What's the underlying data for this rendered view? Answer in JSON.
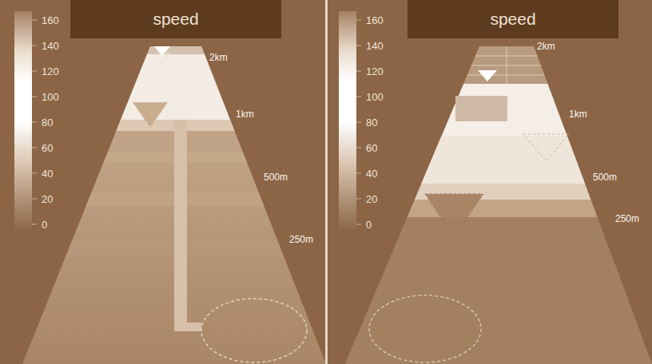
{
  "diagram": {
    "nodes": [
      {
        "text": [
          "speed"
        ]
      },
      {
        "text": [
          "speed"
        ]
      }
    ],
    "labels": [
      "160",
      "140",
      "120",
      "100",
      "80",
      "60",
      "40",
      "20",
      "0",
      "2km",
      "1km",
      "500m",
      "250m",
      "160",
      "140",
      "120",
      "100",
      "80",
      "60",
      "40",
      "20",
      "0",
      "2km",
      "1km",
      "500m",
      "250m"
    ]
  }
}
